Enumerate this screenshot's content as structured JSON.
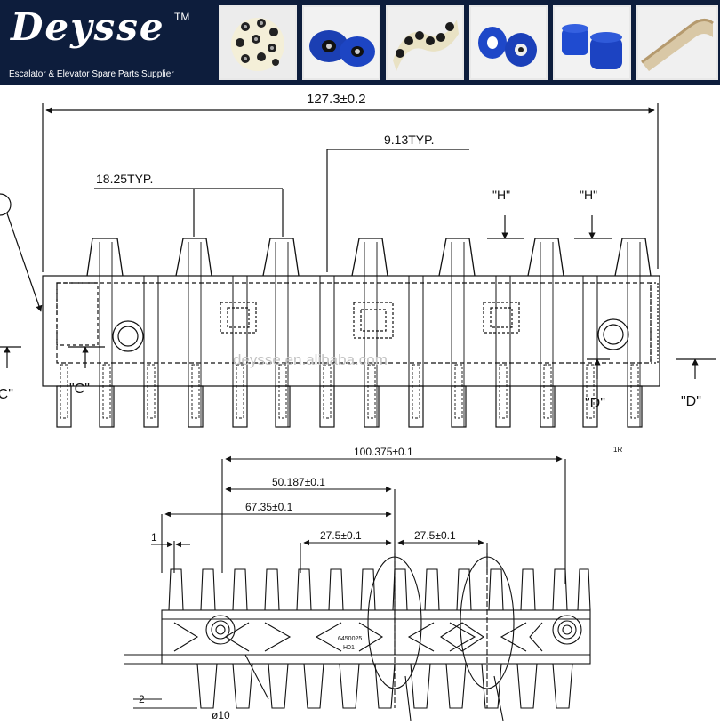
{
  "banner": {
    "brand": "Deysse",
    "trademark": "TM",
    "tagline": "Escalator & Elevator Spare Parts Supplier",
    "background_color": "#0d1d3c",
    "product_thumbnails": [
      {
        "icon": "roller-chain-icon"
      },
      {
        "icon": "blue-roller-pair-icon"
      },
      {
        "icon": "step-chain-icon"
      },
      {
        "icon": "blue-rollers-icon"
      },
      {
        "icon": "blue-wheels-icon"
      },
      {
        "icon": "handrail-icon"
      }
    ]
  },
  "top_view": {
    "overall_dim": "127.3±0.2",
    "pitch_dim": "9.13TYP.",
    "spacing_dim": "18.25TYP.",
    "section_h1": "\"H\"",
    "section_h2": "\"H\"",
    "section_c1": "\"C\"",
    "section_c2": "\"C\"",
    "section_d1": "\"D\"",
    "section_d2": "\"D\"",
    "watermark": "deysse.en.alibaba.com"
  },
  "bottom_view": {
    "dim_100": "100.375±0.1",
    "dim_50": "50.187±0.1",
    "dim_67": "67.35±0.1",
    "dim_275a": "27.5±0.1",
    "dim_275b": "27.5±0.1",
    "dim_1": "1",
    "dim_2": "2",
    "dim_phi": "ø10",
    "part_number": "6450025",
    "part_code": "H01",
    "corner_mark": "1R"
  }
}
